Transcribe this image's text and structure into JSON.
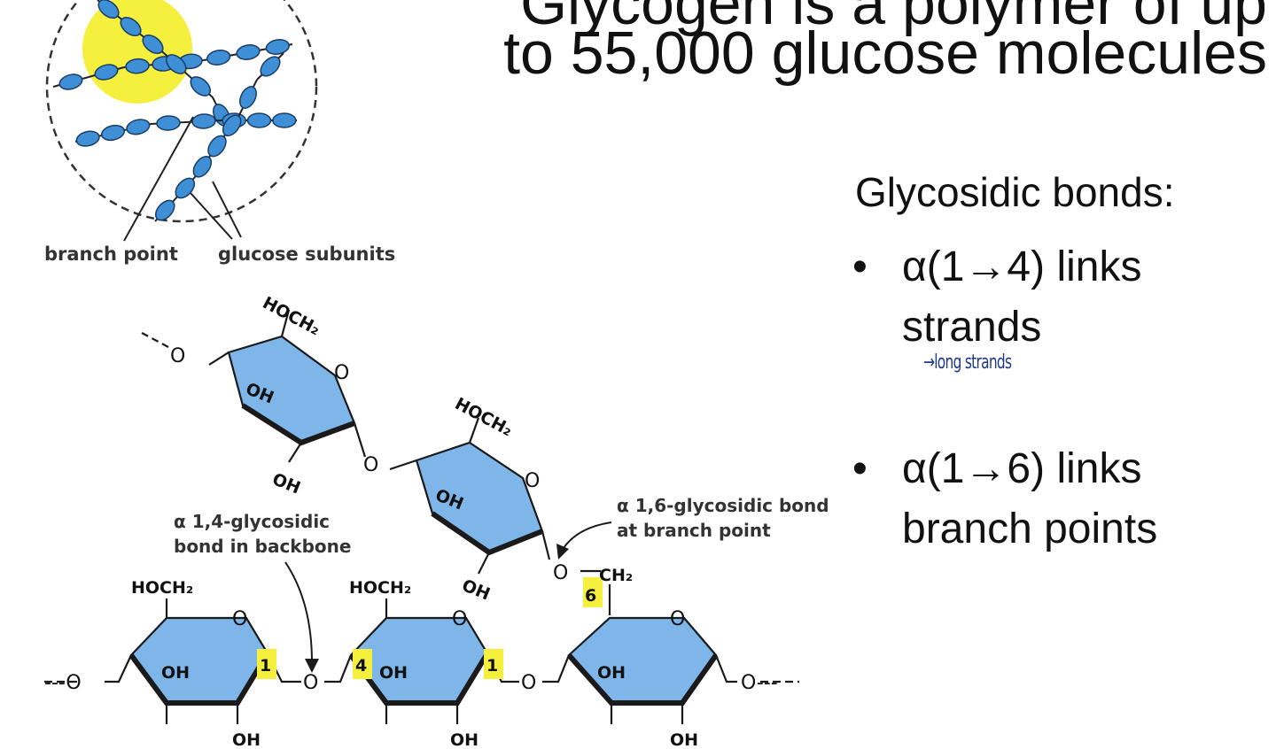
{
  "title": {
    "line1": "Glycogen is a polymer of up",
    "line2": "to 55,000 glucose molecules"
  },
  "side_panel": {
    "heading": "Glycosidic bonds:",
    "bullets": [
      {
        "symbol": "•",
        "line1": "α(1→4) links",
        "line2": "strands"
      },
      {
        "symbol": "•",
        "line1": "α(1→6) links",
        "line2": "branch points"
      }
    ],
    "handwritten_note": "→long strands"
  },
  "figure": {
    "top_labels": {
      "branch_point": "branch point",
      "glucose_subunits": "glucose subunits"
    },
    "bond_labels": {
      "alpha14_line1": "α 1,4-glycosidic",
      "alpha14_line2": "bond in backbone",
      "alpha16_line1": "α 1,6-glycosidic bond",
      "alpha16_line2": "at branch point"
    },
    "groups": {
      "hoch2": "HOCH₂",
      "oh": "OH",
      "ring_o": "O",
      "ch2": "CH₂",
      "chain_end": "---O",
      "chain_end_right": "O---"
    },
    "carbon_numbers": {
      "c1": "1",
      "c4": "4",
      "c6": "6"
    },
    "colors": {
      "glucose_fill": "#7fb6ea",
      "subunit_fill": "#3f8fd6",
      "highlight": "#f5ef3d",
      "line": "#1a1a1a"
    }
  }
}
